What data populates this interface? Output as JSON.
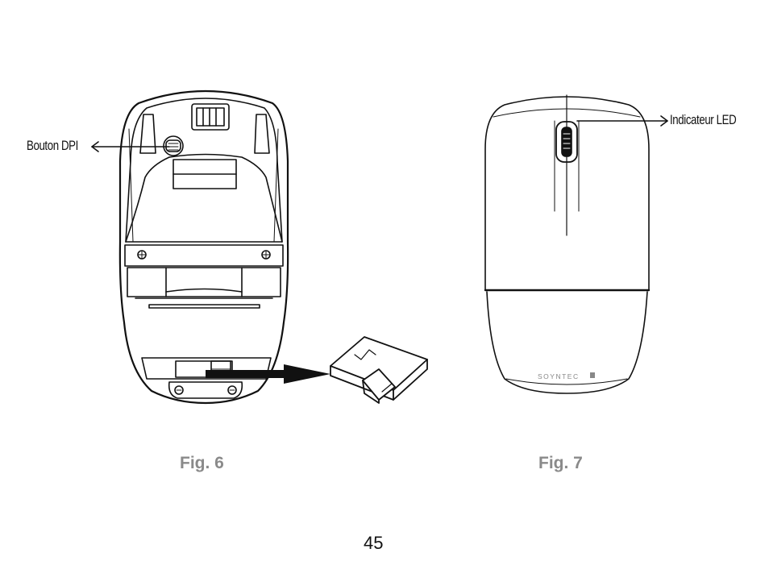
{
  "labels": {
    "dpi_button": "Bouton DPI",
    "led_indicator": "Indicateur LED"
  },
  "figures": {
    "fig6": "Fig. 6",
    "fig7": "Fig. 7"
  },
  "brand": "SOYNTEC",
  "page_number": "45"
}
